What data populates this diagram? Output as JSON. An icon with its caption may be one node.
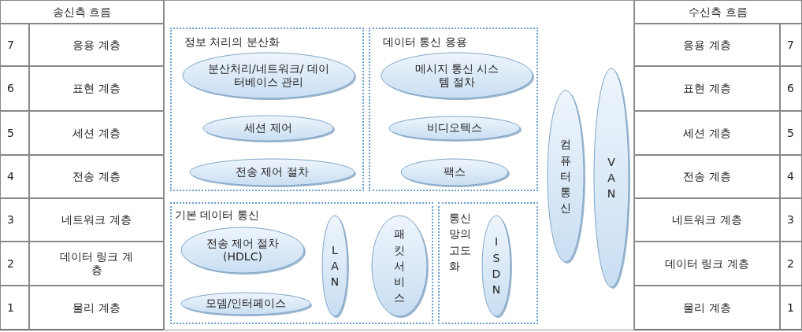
{
  "diagram": {
    "nodes": [
      {
        "text": [
          "정보 처리의 분산화"
        ]
      },
      {
        "text": [
          "분산처리/네트워크/ 데이터베이스 관리"
        ],
        "in": 0
      },
      {
        "text": [
          "세션 제어"
        ],
        "in": 0
      },
      {
        "text": [
          "전송 제어 절차"
        ],
        "in": 0
      },
      {
        "text": [
          "데이터 통신 응용"
        ]
      },
      {
        "text": [
          "메시지 통신 시스템 절차"
        ],
        "in": 4
      },
      {
        "text": [
          "비디오텍스"
        ],
        "in": 4
      },
      {
        "text": [
          "팩스"
        ],
        "in": 4
      },
      {
        "text": [
          "기본 데이터 통신"
        ]
      },
      {
        "text": [
          "전송 제어 절차 (HDLC)"
        ],
        "in": 8
      },
      {
        "text": [
          "모뎀/인터페이스"
        ],
        "in": 8
      },
      {
        "text": [
          "LAN"
        ],
        "in": 8
      },
      {
        "text": [
          "패킷 서비스"
        ],
        "in": 8
      },
      {
        "text": [
          "통신망의 고도화"
        ]
      },
      {
        "text": [
          "ISDN"
        ],
        "in": 13
      },
      {
        "text": [
          "컴퓨터통신"
        ]
      },
      {
        "text": [
          "VAN"
        ]
      }
    ],
    "labels": [
      "송신측 흐름",
      "수신측 흐름",
      "7",
      "응용 계층",
      "응용 계층",
      "7",
      "6",
      "표현 계층",
      "표현 계층",
      "6",
      "5",
      "세션 계층",
      "세션 계층",
      "5",
      "4",
      "전송 계층",
      "전송 계층",
      "4",
      "3",
      "네트워크 계층",
      "네트워크 계층",
      "3",
      "2",
      "데이터 링크 계층",
      "데이터 링크 계층",
      "2",
      "1",
      "물리 계층",
      "물리 계층",
      "1"
    ]
  }
}
